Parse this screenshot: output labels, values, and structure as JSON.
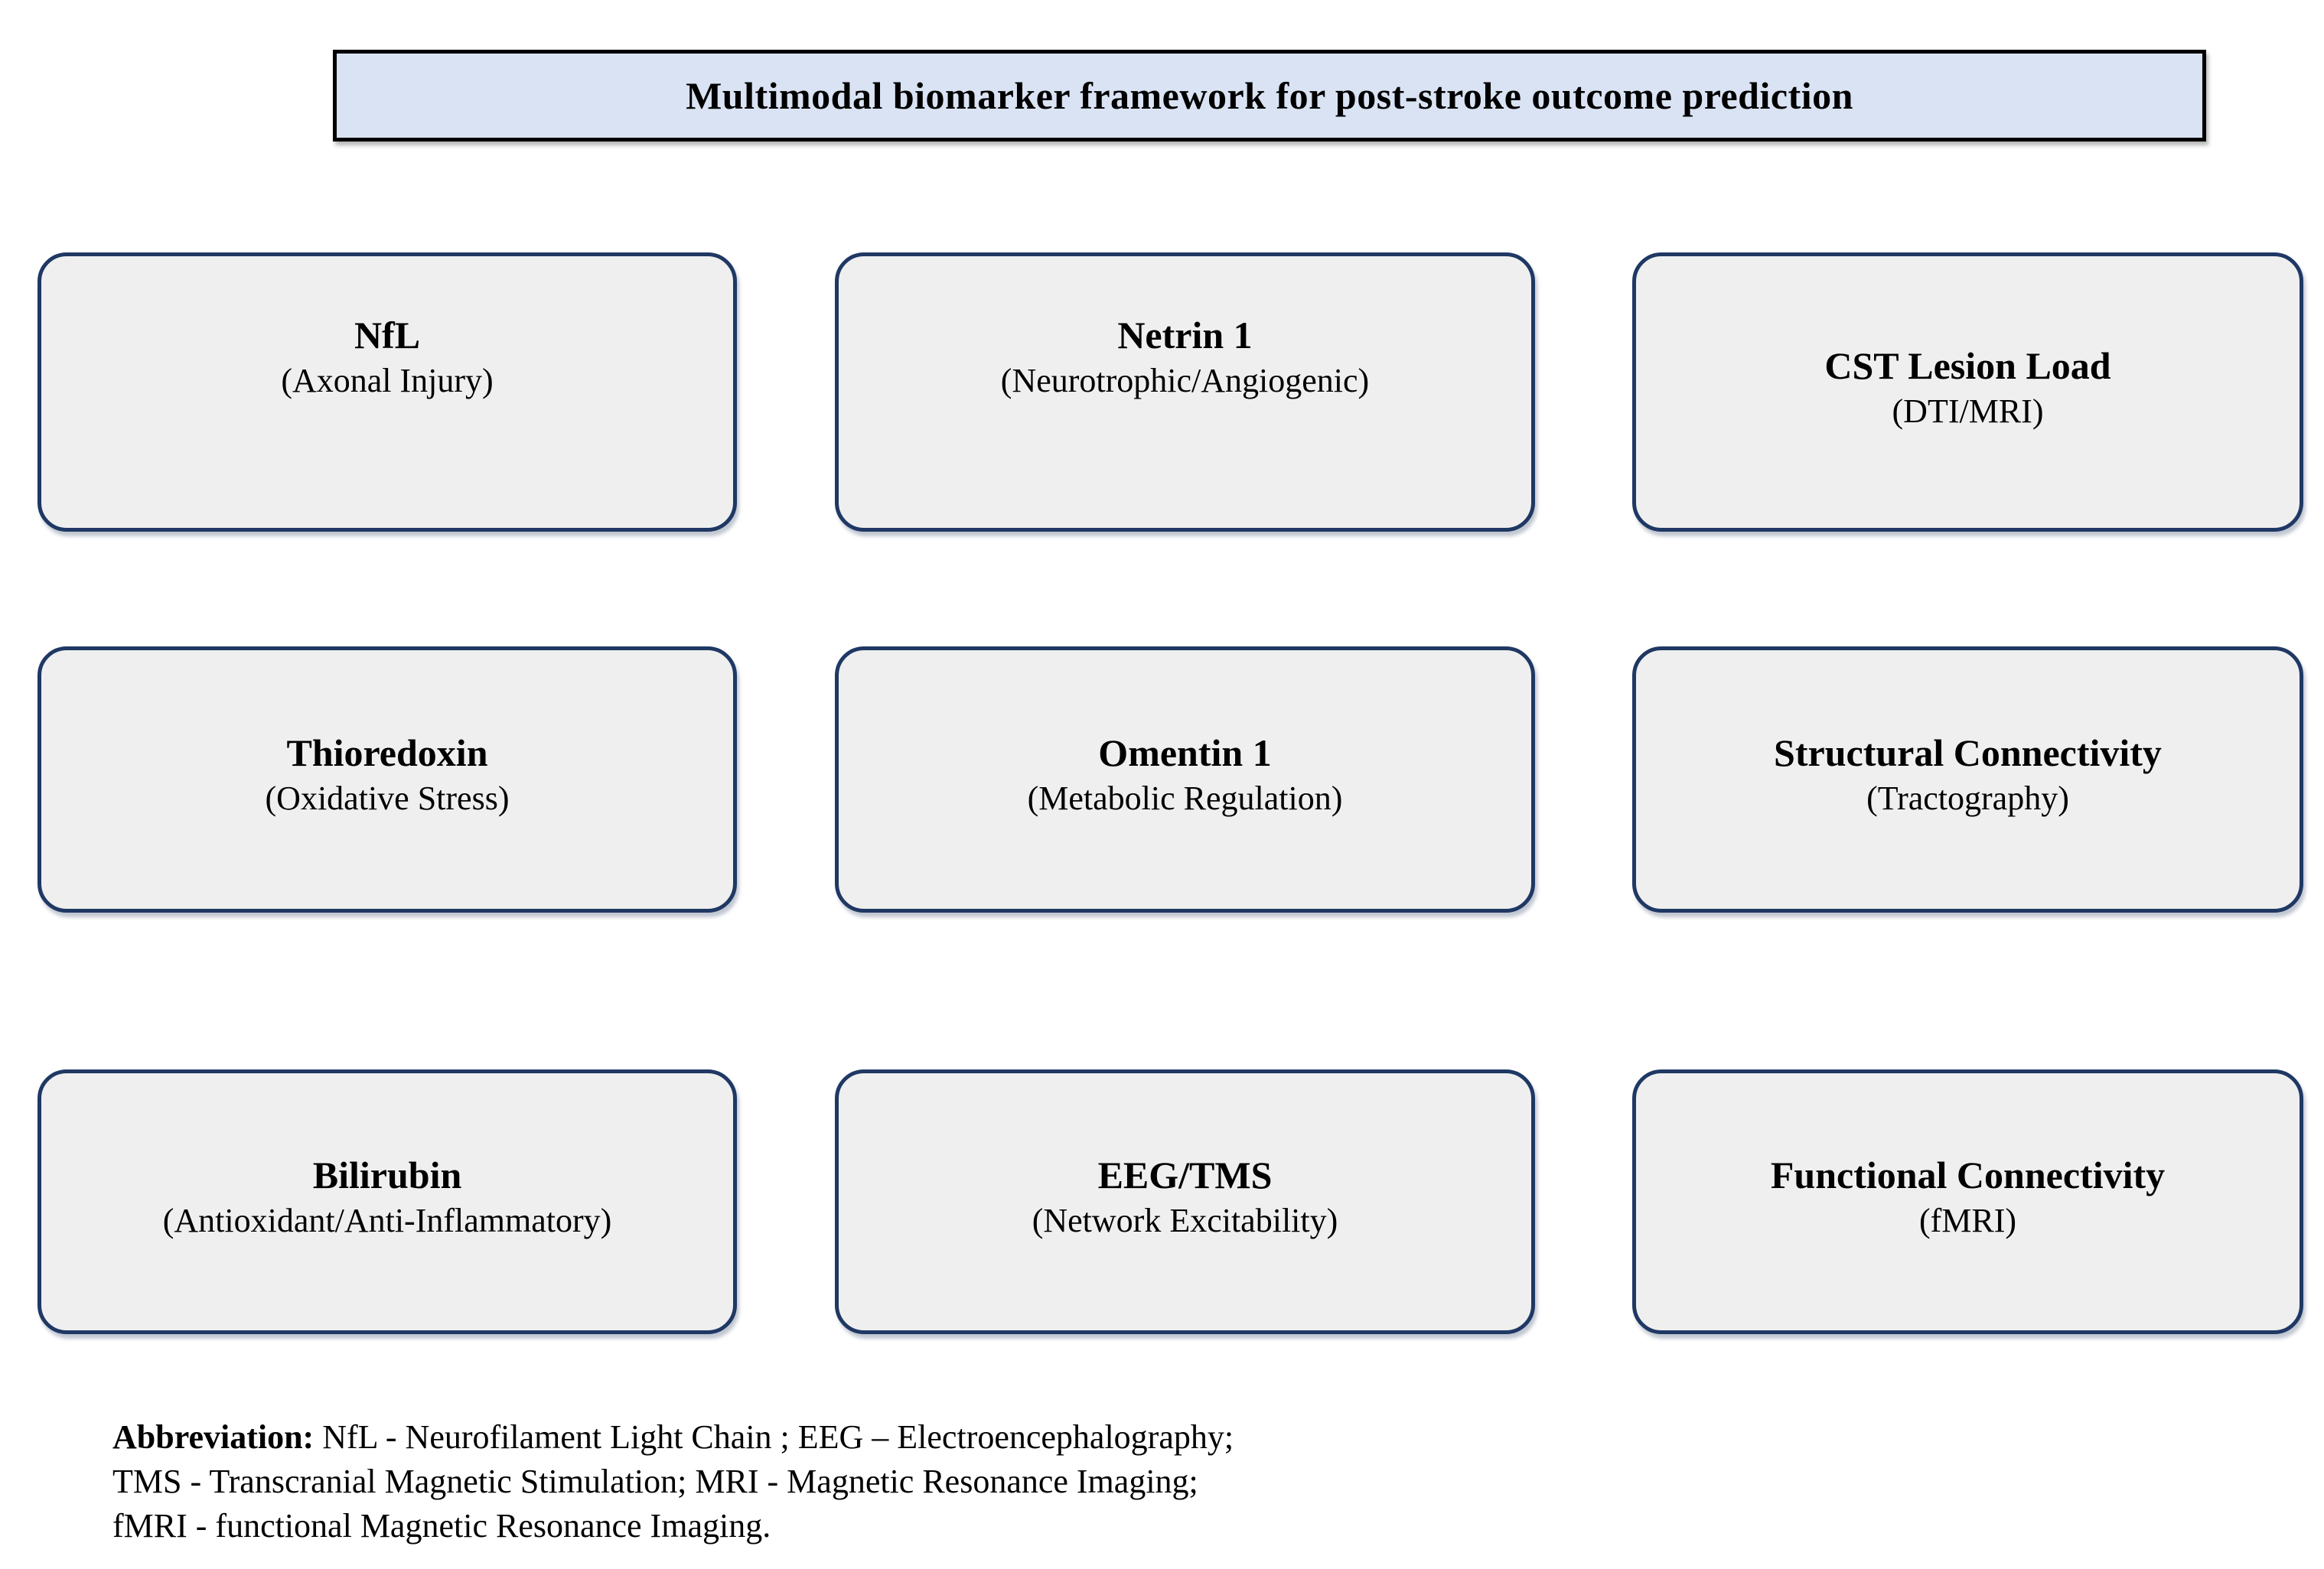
{
  "title": {
    "text": "Multimodal biomarker framework for post-stroke outcome prediction"
  },
  "boxes": [
    {
      "name": "NfL",
      "descriptor": "(Axonal Injury)"
    },
    {
      "name": "Netrin 1",
      "descriptor": "(Neurotrophic/Angiogenic)"
    },
    {
      "name": "CST Lesion Load",
      "descriptor": "(DTI/MRI)"
    },
    {
      "name": "Thioredoxin",
      "descriptor": "(Oxidative Stress)"
    },
    {
      "name": "Omentin 1",
      "descriptor": "(Metabolic Regulation)"
    },
    {
      "name": "Structural Connectivity",
      "descriptor": "(Tractography)"
    },
    {
      "name": "Bilirubin",
      "descriptor": "(Antioxidant/Anti-Inflammatory)"
    },
    {
      "name": "EEG/TMS",
      "descriptor": "(Network Excitability)"
    },
    {
      "name": "Functional Connectivity",
      "descriptor": "(fMRI)"
    }
  ],
  "footnote": {
    "label": "Abbreviation:",
    "line1": " NfL - Neurofilament Light Chain ; EEG – Electroencephalography;",
    "line2": "TMS -  Transcranial Magnetic Stimulation; MRI - Magnetic Resonance Imaging;",
    "line3": "fMRI - functional Magnetic Resonance Imaging."
  },
  "colors": {
    "title_fill": "#dae3f3",
    "title_border": "#000000",
    "box_fill": "#efefef",
    "box_border": "#1f3864",
    "text": "#000000",
    "background": "#ffffff"
  }
}
